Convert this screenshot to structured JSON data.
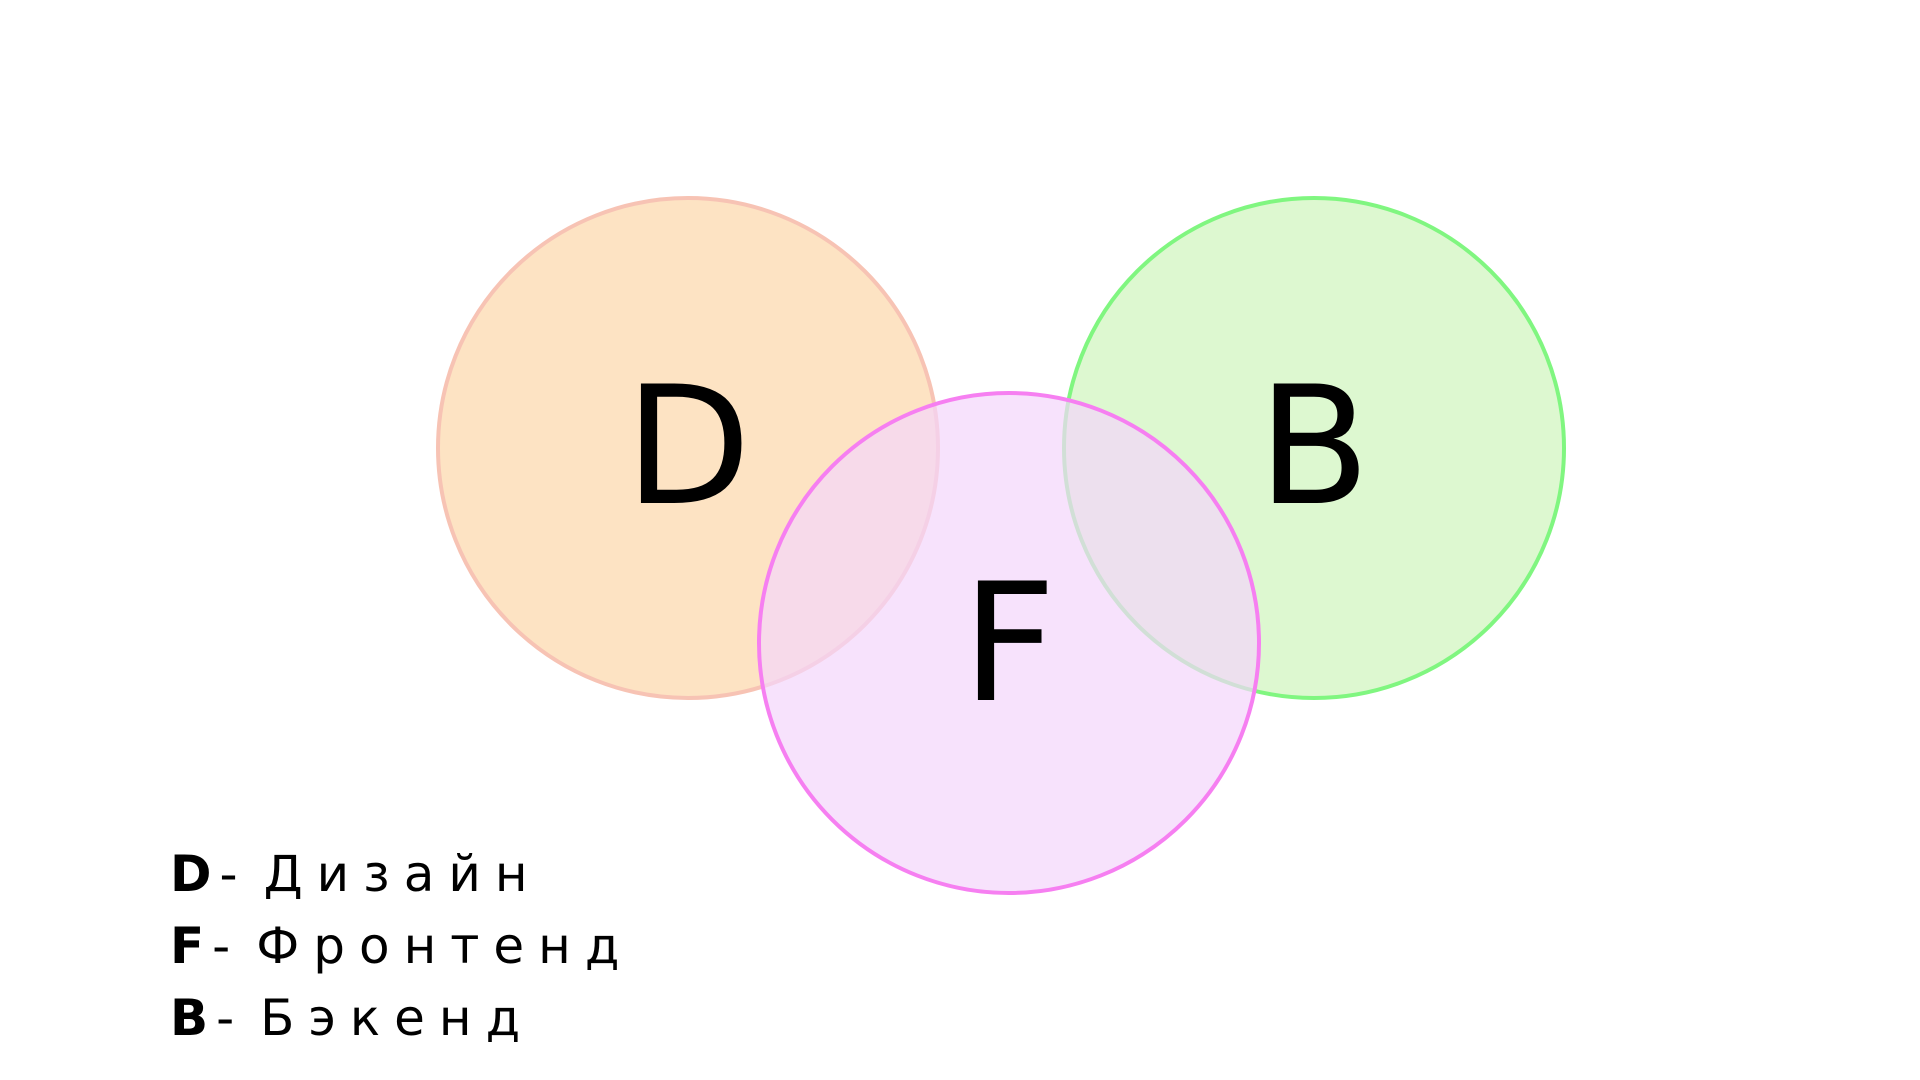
{
  "colors": {
    "design_fill": "#fde3c3",
    "design_stroke": "#f7c3b4",
    "backend_fill": "#ddf8d0",
    "backend_stroke": "#80f680",
    "frontend_fill": "#f4d5fb",
    "frontend_stroke": "#f67ff1",
    "text": "#000000"
  },
  "circles": {
    "design": {
      "letter": "D"
    },
    "backend": {
      "letter": "B"
    },
    "frontend": {
      "letter": "F"
    }
  },
  "legend": {
    "items": [
      {
        "key": "D",
        "dash": "-",
        "label": "Дизайн"
      },
      {
        "key": "F",
        "dash": "-",
        "label": "Фронтенд"
      },
      {
        "key": "B",
        "dash": "-",
        "label": "Бэкенд"
      }
    ]
  }
}
